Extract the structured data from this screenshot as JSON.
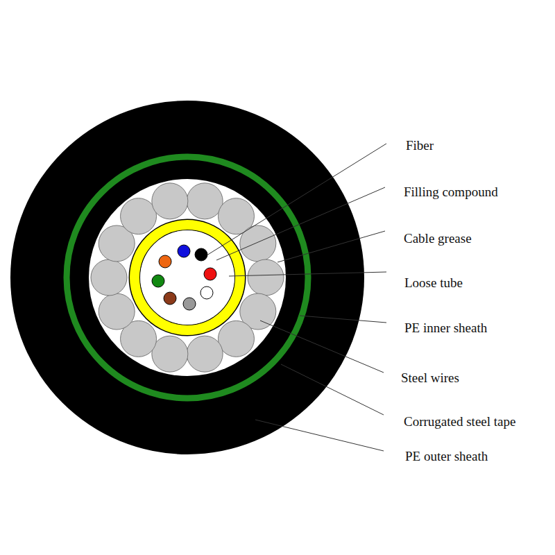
{
  "diagram": {
    "labels": [
      "Fiber",
      "Filling compound",
      "Cable grease",
      "Loose tube",
      "PE inner sheath",
      "Steel wires",
      "Corrugated steel tape",
      "PE outer sheath"
    ]
  }
}
